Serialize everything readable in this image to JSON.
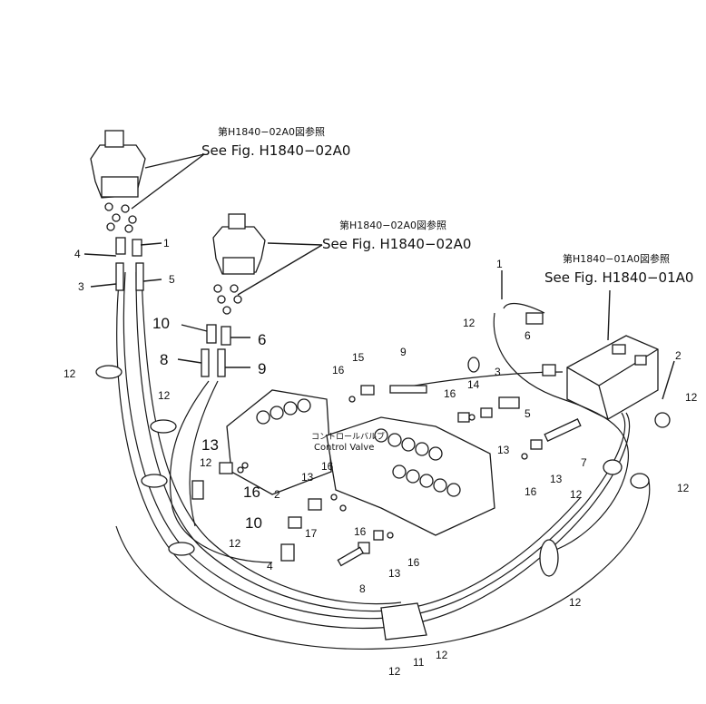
{
  "references": {
    "ref1_jp": "第H1840−02A0図参照",
    "ref1_en": "See Fig. H1840−02A0",
    "ref2_jp": "第H1840−02A0図参照",
    "ref2_en": "See Fig. H1840−02A0",
    "ref3_jp": "第H1840−01A0図参照",
    "ref3_en": "See Fig. H1840−01A0"
  },
  "valve": {
    "label_jp": "コントロールバルブ",
    "label_en": "Control Valve"
  },
  "callouts": {
    "c1_top": "1",
    "c4_top": "4",
    "c3_top": "3",
    "c5_top": "5",
    "c10_mid": "10",
    "c6_mid": "6",
    "c8_mid": "8",
    "c9_mid": "9",
    "c12_a": "12",
    "c12_b": "12",
    "c12_c": "12",
    "c12_d": "12",
    "c12_e": "12",
    "c12_f": "12",
    "c12_g": "12",
    "c12_h": "12",
    "c12_i": "12",
    "c12_j": "12",
    "c12_k": "12",
    "c1_right": "1",
    "c6_right": "6",
    "c2_right": "2",
    "c3_right": "3",
    "c5_right": "5",
    "c14": "14",
    "c7_right": "7",
    "c13_right": "13",
    "c16_right": "16",
    "c15": "15",
    "c16_a": "16",
    "c9_center": "9",
    "c16_b": "16",
    "c13_left": "13",
    "c16_left": "16",
    "c10_low": "10",
    "c2_low": "2",
    "c4_low": "4",
    "c17": "17",
    "c13_mid": "13",
    "c16_mid": "16",
    "c16_mid2": "16",
    "c13_low": "13",
    "c16_low": "16",
    "c8_low": "8",
    "c13_r2": "13",
    "c11": "11"
  }
}
